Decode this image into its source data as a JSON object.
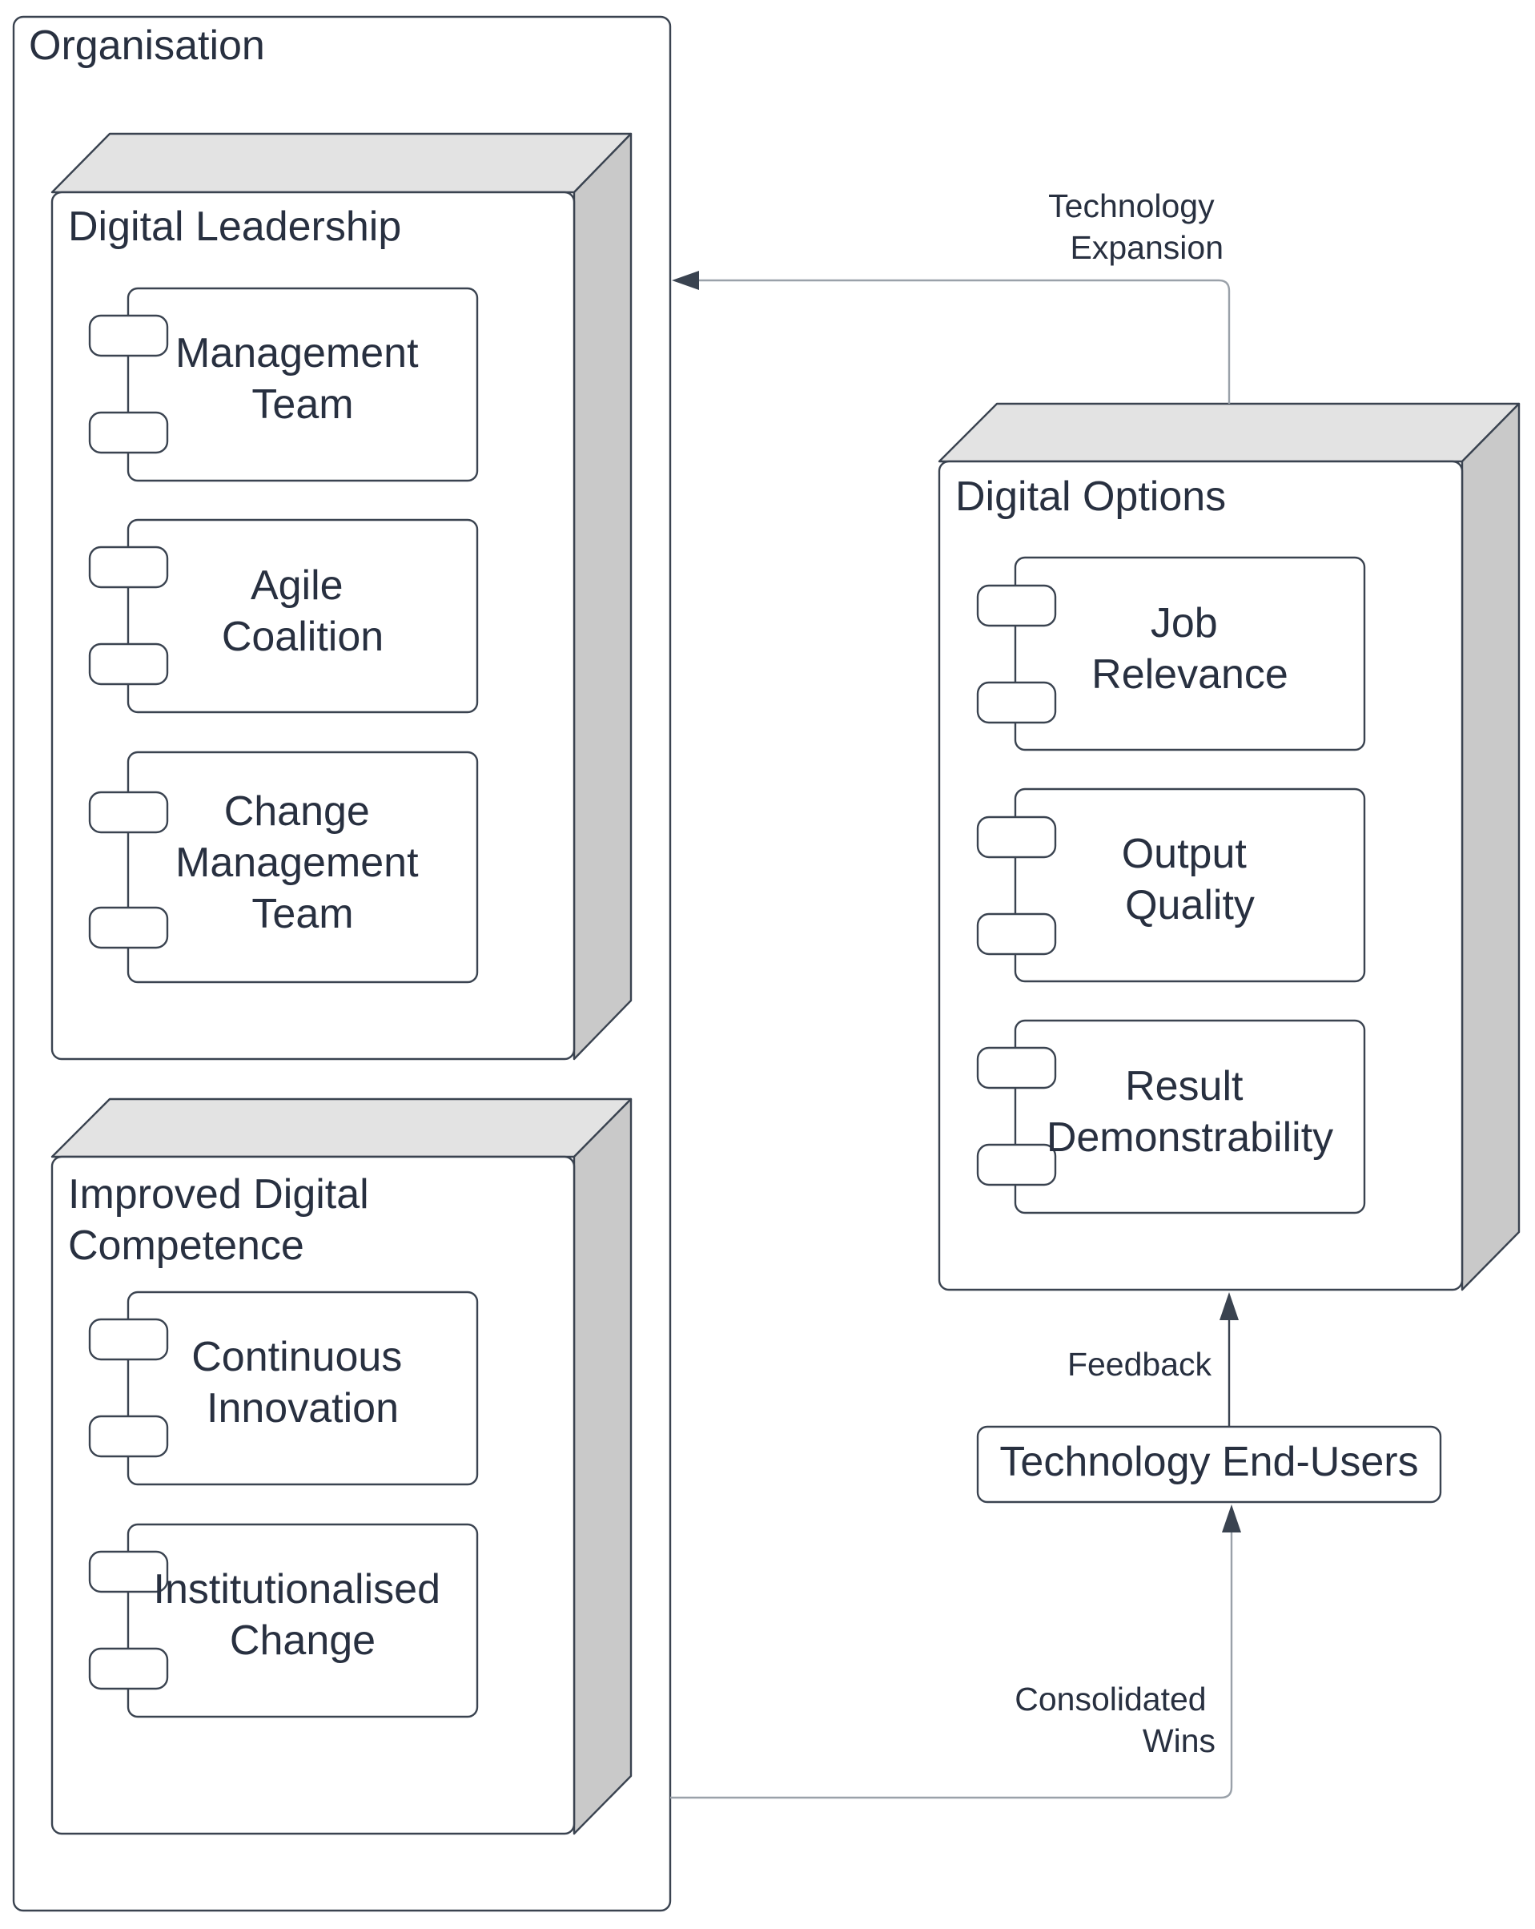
{
  "organisation": {
    "title": "Organisation"
  },
  "digital_leadership": {
    "title": "Digital Leadership",
    "components": [
      {
        "lines": [
          "Management",
          "Team"
        ]
      },
      {
        "lines": [
          "Agile",
          "Coalition"
        ]
      },
      {
        "lines": [
          "Change",
          "Management",
          "Team"
        ]
      }
    ]
  },
  "improved_digital_competence": {
    "title_lines": [
      "Improved Digital",
      "Competence"
    ],
    "components": [
      {
        "lines": [
          "Continuous",
          "Innovation"
        ]
      },
      {
        "lines": [
          "Institutionalised",
          "Change"
        ]
      }
    ]
  },
  "digital_options": {
    "title": "Digital Options",
    "components": [
      {
        "lines": [
          "Job",
          "Relevance"
        ]
      },
      {
        "lines": [
          "Output",
          "Quality"
        ]
      },
      {
        "lines": [
          "Result",
          "Demonstrability"
        ]
      }
    ]
  },
  "end_users": {
    "label": "Technology End-Users"
  },
  "edges": {
    "technology_expansion": [
      "Technology",
      "Expansion"
    ],
    "feedback": "Feedback",
    "consolidated_wins": [
      "Consolidated",
      "Wins"
    ]
  }
}
